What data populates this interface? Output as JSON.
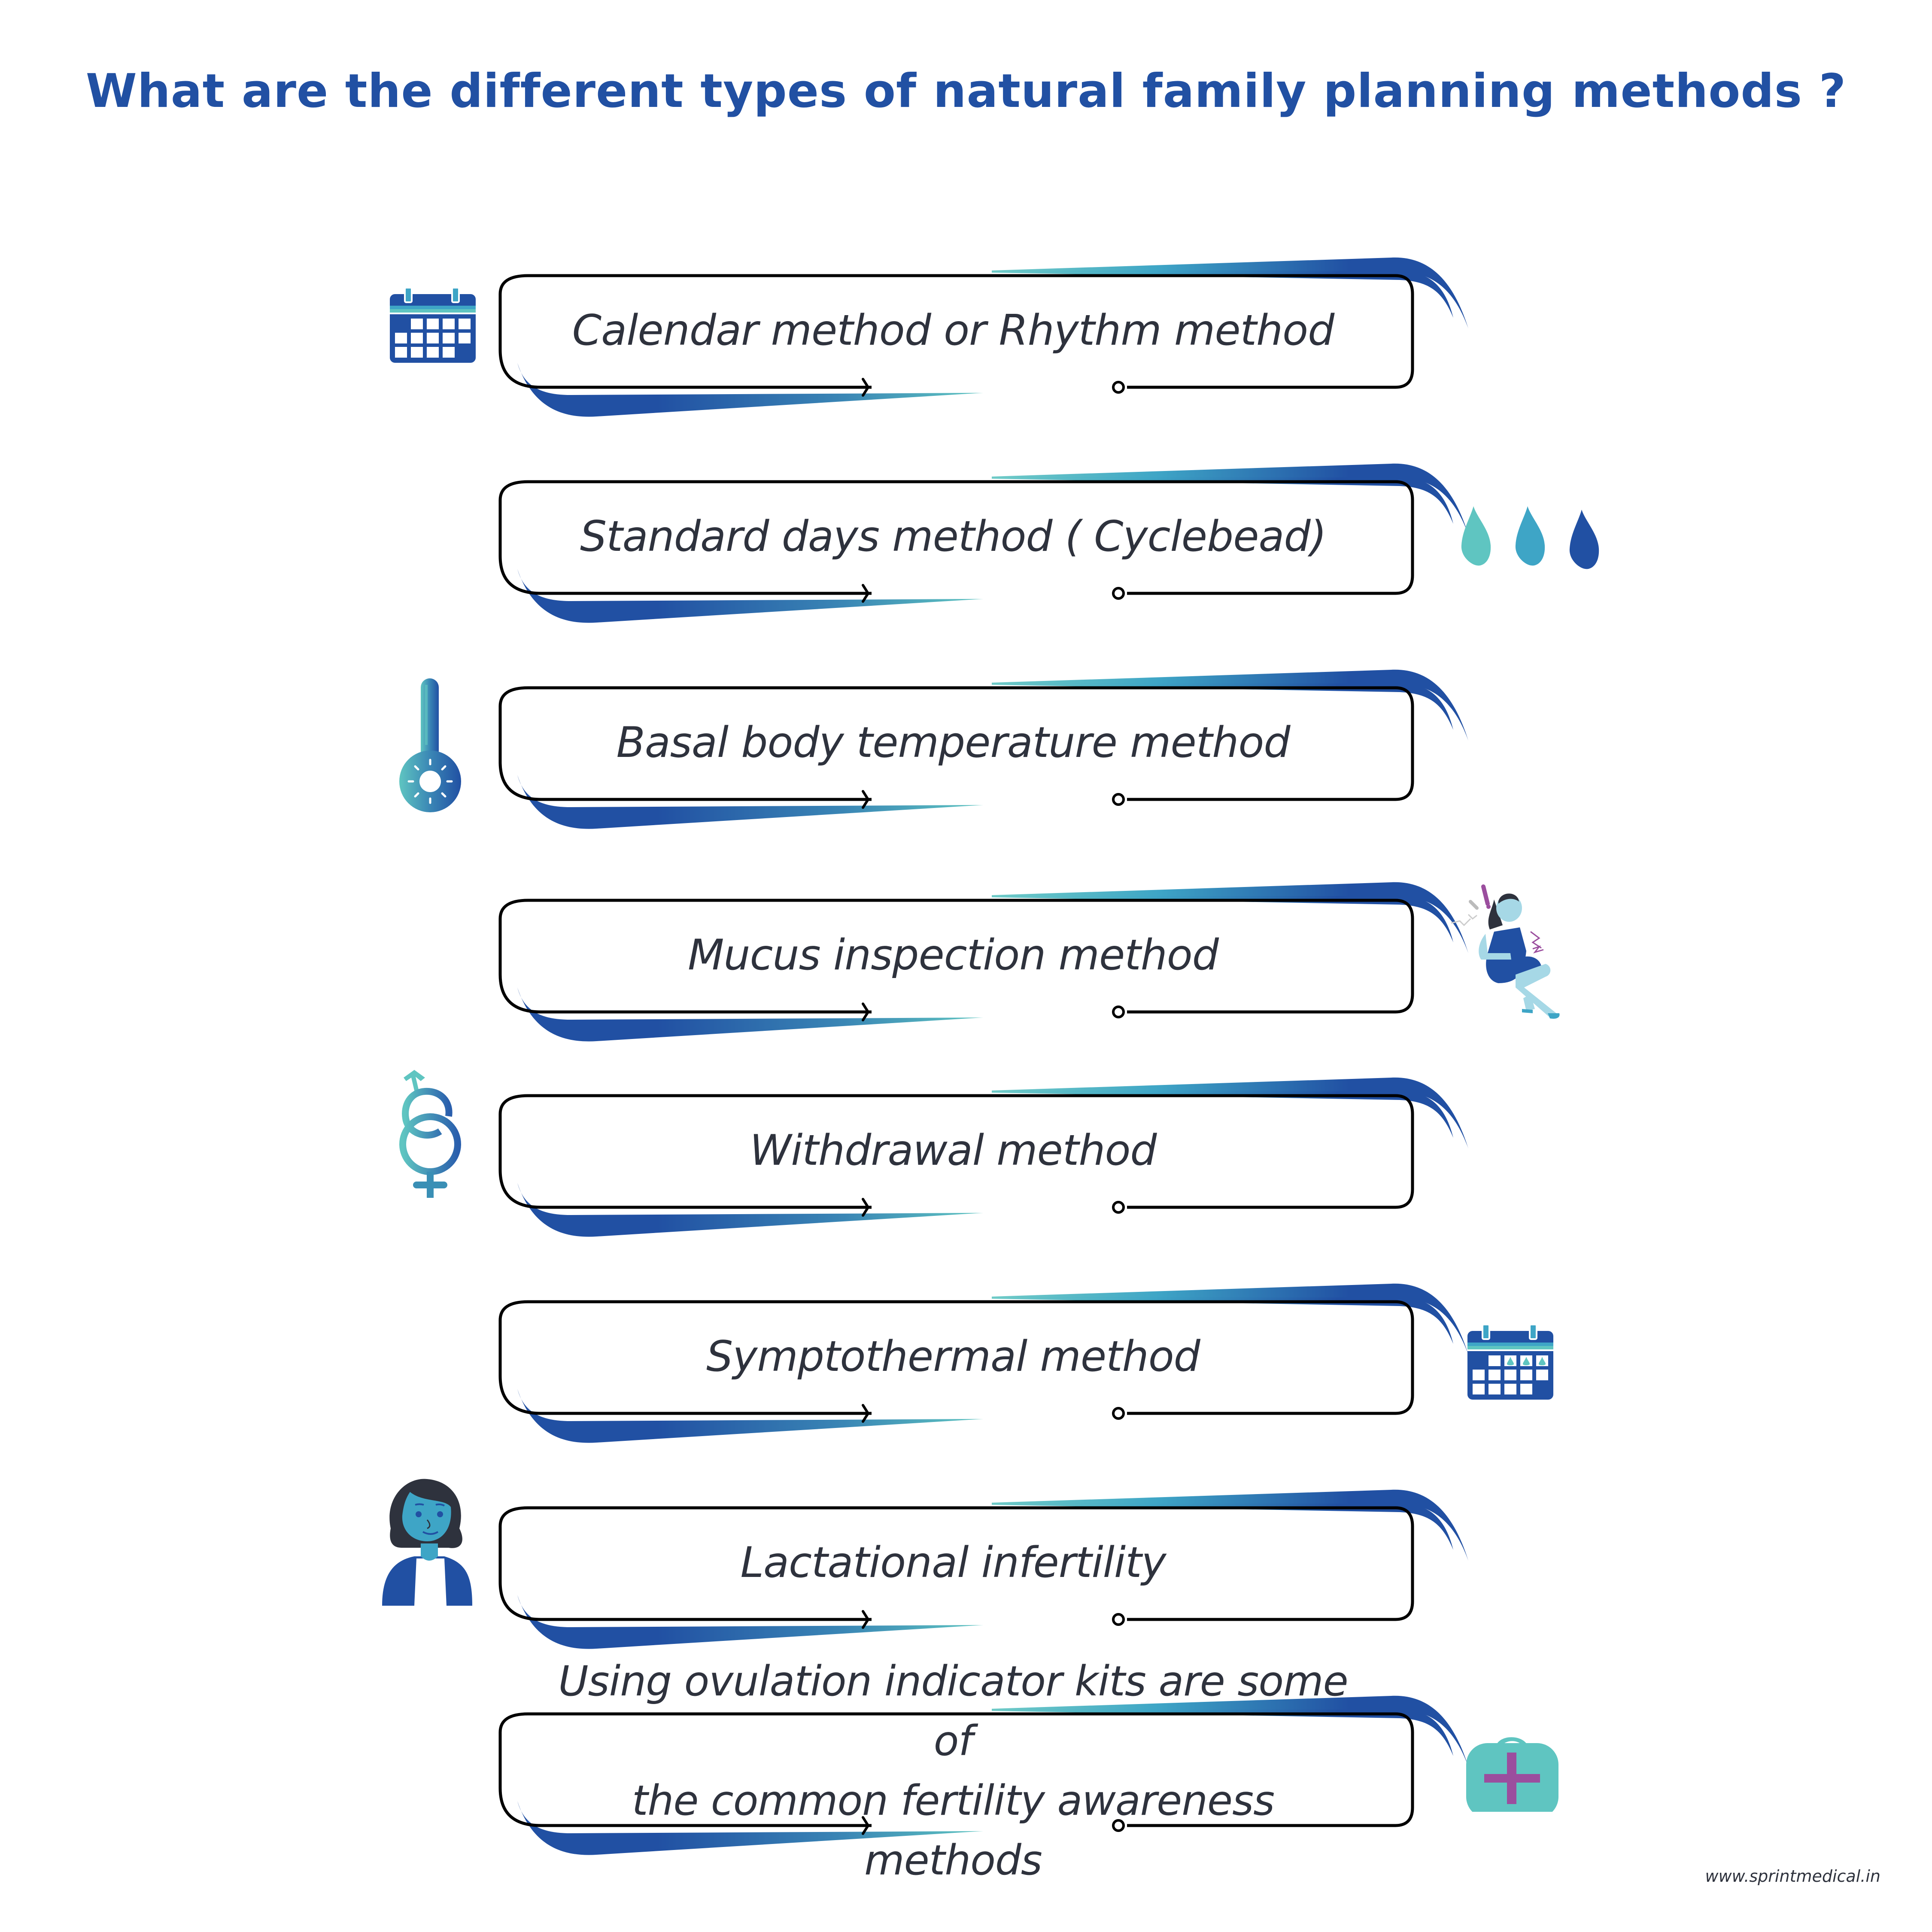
{
  "title": "What are the different types of natural family planning methods ?",
  "colors": {
    "title": "#2150a3",
    "primary_blue": "#2150a3",
    "mid_blue": "#3ea5c6",
    "teal": "#5fc5c1",
    "text": "#2e323d",
    "purple": "#9b4e9e"
  },
  "methods": [
    {
      "label": "Calendar method or Rhythm method",
      "icon": "calendar-icon",
      "icon_side": "left"
    },
    {
      "label": "Standard days method ( Cyclebead)",
      "icon": "water-drops-icon",
      "icon_side": "right"
    },
    {
      "label": "Basal body temperature method",
      "icon": "thermometer-icon",
      "icon_side": "left"
    },
    {
      "label": "Mucus inspection method",
      "icon": "woman-in-pain-icon",
      "icon_side": "right"
    },
    {
      "label": "Withdrawal method",
      "icon": "gender-symbols-icon",
      "icon_side": "left"
    },
    {
      "label": "Symptothermal method",
      "icon": "calendar-drops-icon",
      "icon_side": "right"
    },
    {
      "label": "Lactational infertility",
      "icon": "woman-avatar-icon",
      "icon_side": "left"
    },
    {
      "label_line1": "Using ovulation indicator kits are some of",
      "label_line2": "the common fertility awareness methods",
      "icon": "medical-kit-icon",
      "icon_side": "right"
    }
  ],
  "footer": "www.sprintmedical.in"
}
